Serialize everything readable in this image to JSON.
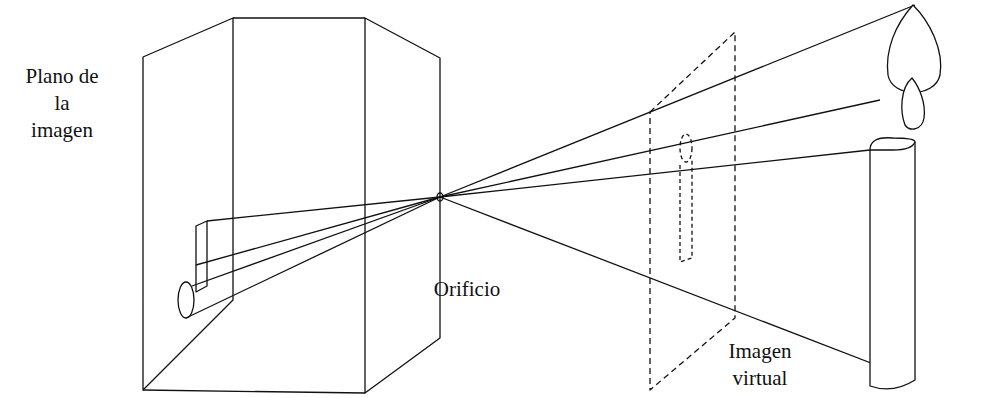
{
  "diagram": {
    "labels": [
      "Plano de la imagen",
      "Orificio",
      "Imagen virtual"
    ]
  }
}
